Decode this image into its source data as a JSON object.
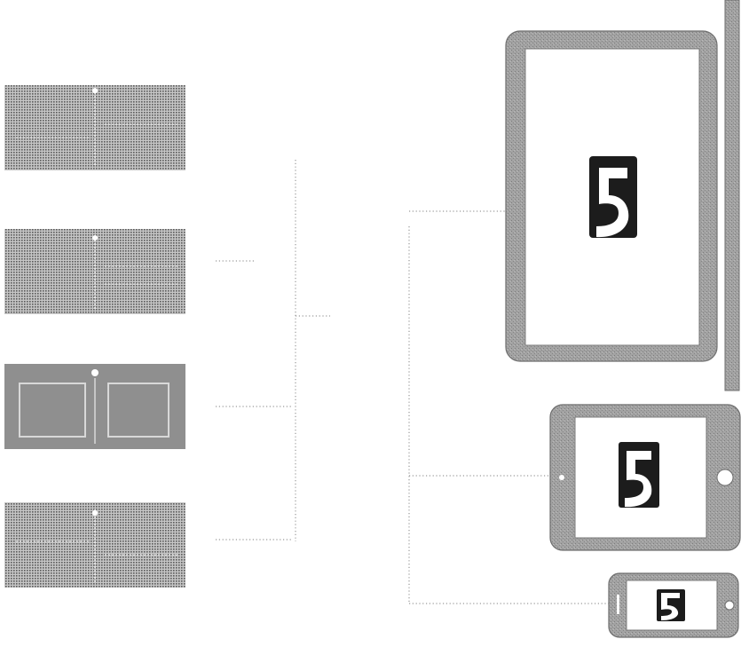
{
  "colors": {
    "background": "#ffffff",
    "device_gray": "#9b9b9b",
    "device_stroke": "#6e6e6e",
    "logo_dark": "#1c1c1c",
    "connector": "#9a9a9a",
    "layout_card_gray": "#8f8f8f"
  },
  "diagram": {
    "description_free": true,
    "sources": [
      {
        "id": "layout-card-1",
        "variant": "split-two-columns-rows"
      },
      {
        "id": "layout-card-2",
        "variant": "split-two-columns-rows"
      },
      {
        "id": "layout-card-3",
        "variant": "two-framed-squares"
      },
      {
        "id": "layout-card-4",
        "variant": "split-two-columns-rows"
      }
    ],
    "targets": [
      {
        "id": "tablet-portrait",
        "icon": "brand-logo-icon"
      },
      {
        "id": "tablet-landscape",
        "icon": "brand-logo-icon"
      },
      {
        "id": "phone-landscape",
        "icon": "brand-logo-icon"
      }
    ]
  }
}
